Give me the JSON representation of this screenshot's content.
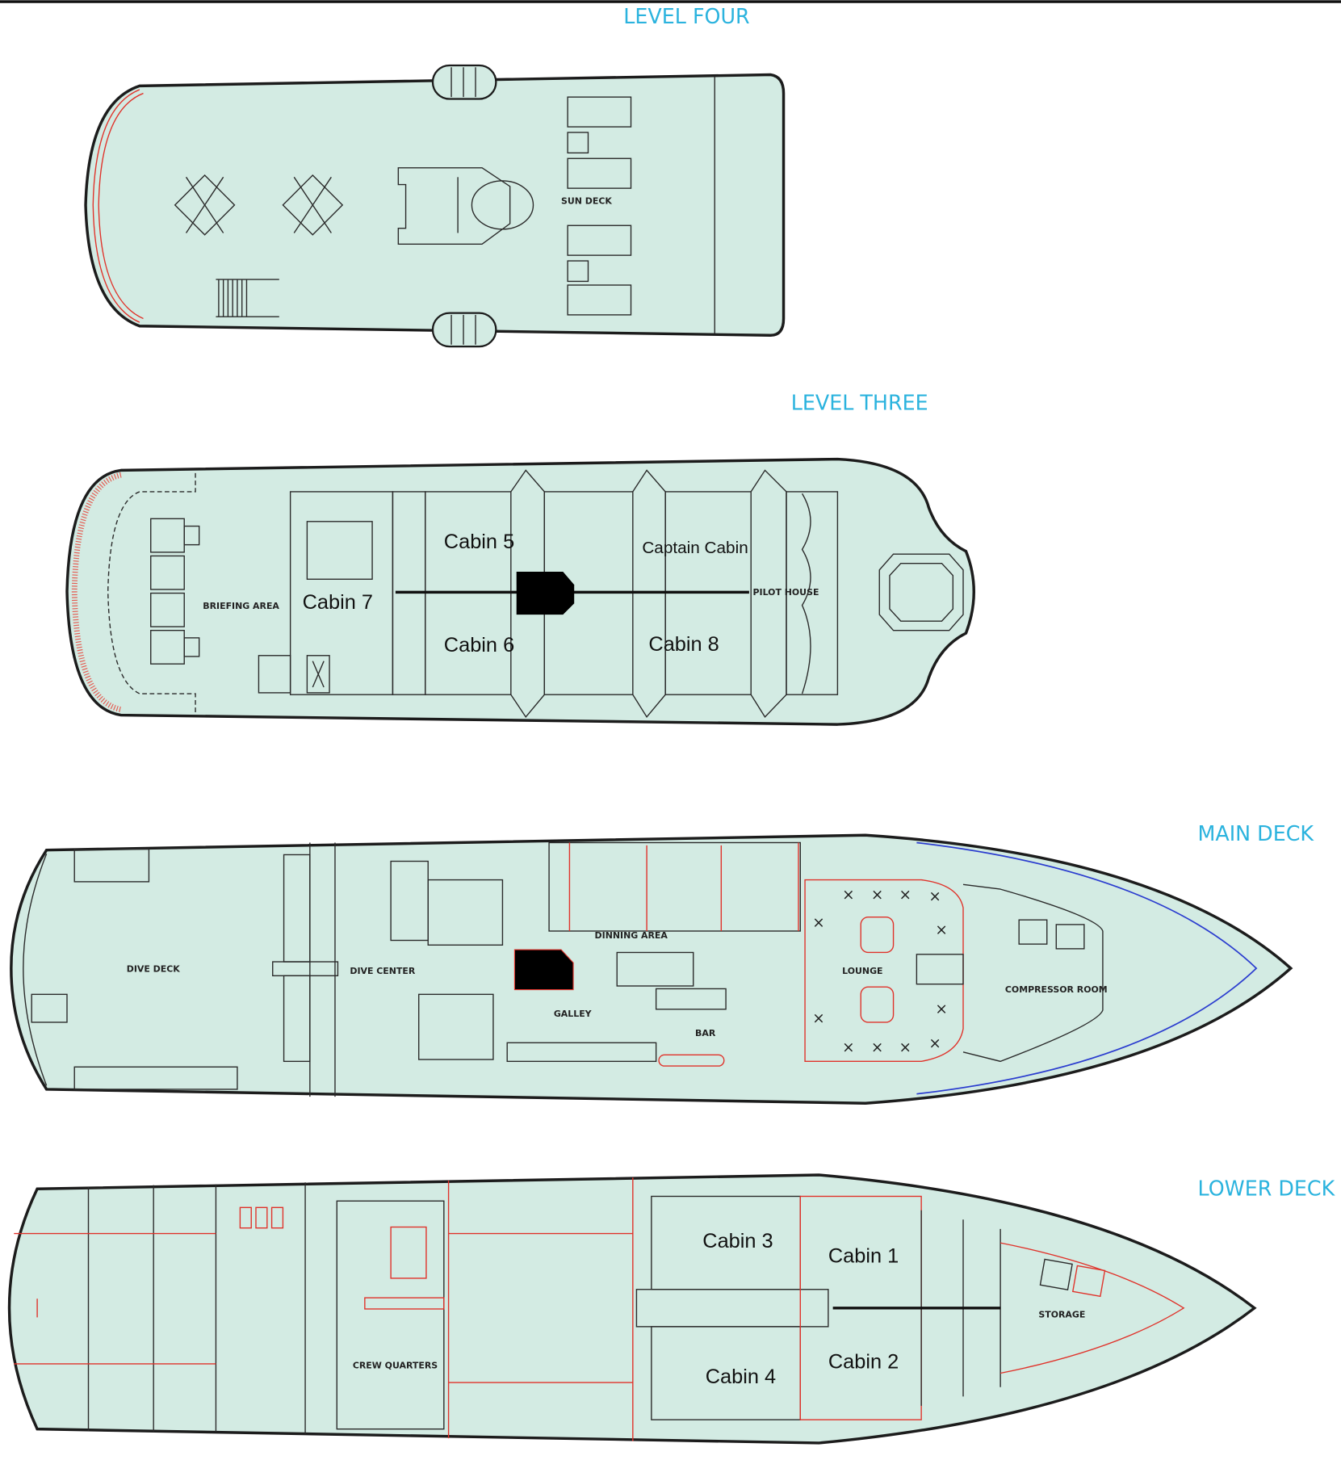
{
  "decks": {
    "level_four": {
      "title": "LEVEL FOUR",
      "sun_deck": "SUN DECK"
    },
    "level_three": {
      "title": "LEVEL THREE",
      "briefing_area": "BRIEFING AREA",
      "cabin7": "Cabin 7",
      "cabin5": "Cabin 5",
      "cabin6": "Cabin 6",
      "captain_cabin": "Captain Cabin",
      "cabin8": "Cabin 8",
      "pilot_house": "PILOT HOUSE"
    },
    "main_deck": {
      "title": "MAIN DECK",
      "dive_deck": "DIVE DECK",
      "dive_center": "DIVE CENTER",
      "dinning_area": "DINNING AREA",
      "galley": "GALLEY",
      "bar": "BAR",
      "lounge": "LOUNGE",
      "compressor_room": "COMPRESSOR ROOM"
    },
    "lower_deck": {
      "title": "LOWER DECK",
      "crew_quarters": "CREW QUARTERS",
      "cabin3": "Cabin 3",
      "cabin1": "Cabin 1",
      "cabin4": "Cabin 4",
      "cabin2": "Cabin 2",
      "storage": "STORAGE"
    }
  },
  "colors": {
    "hull": "#d3ebe3",
    "title": "#2bb3de",
    "accent_red": "#e0322a",
    "outline": "#1c1c1c"
  }
}
